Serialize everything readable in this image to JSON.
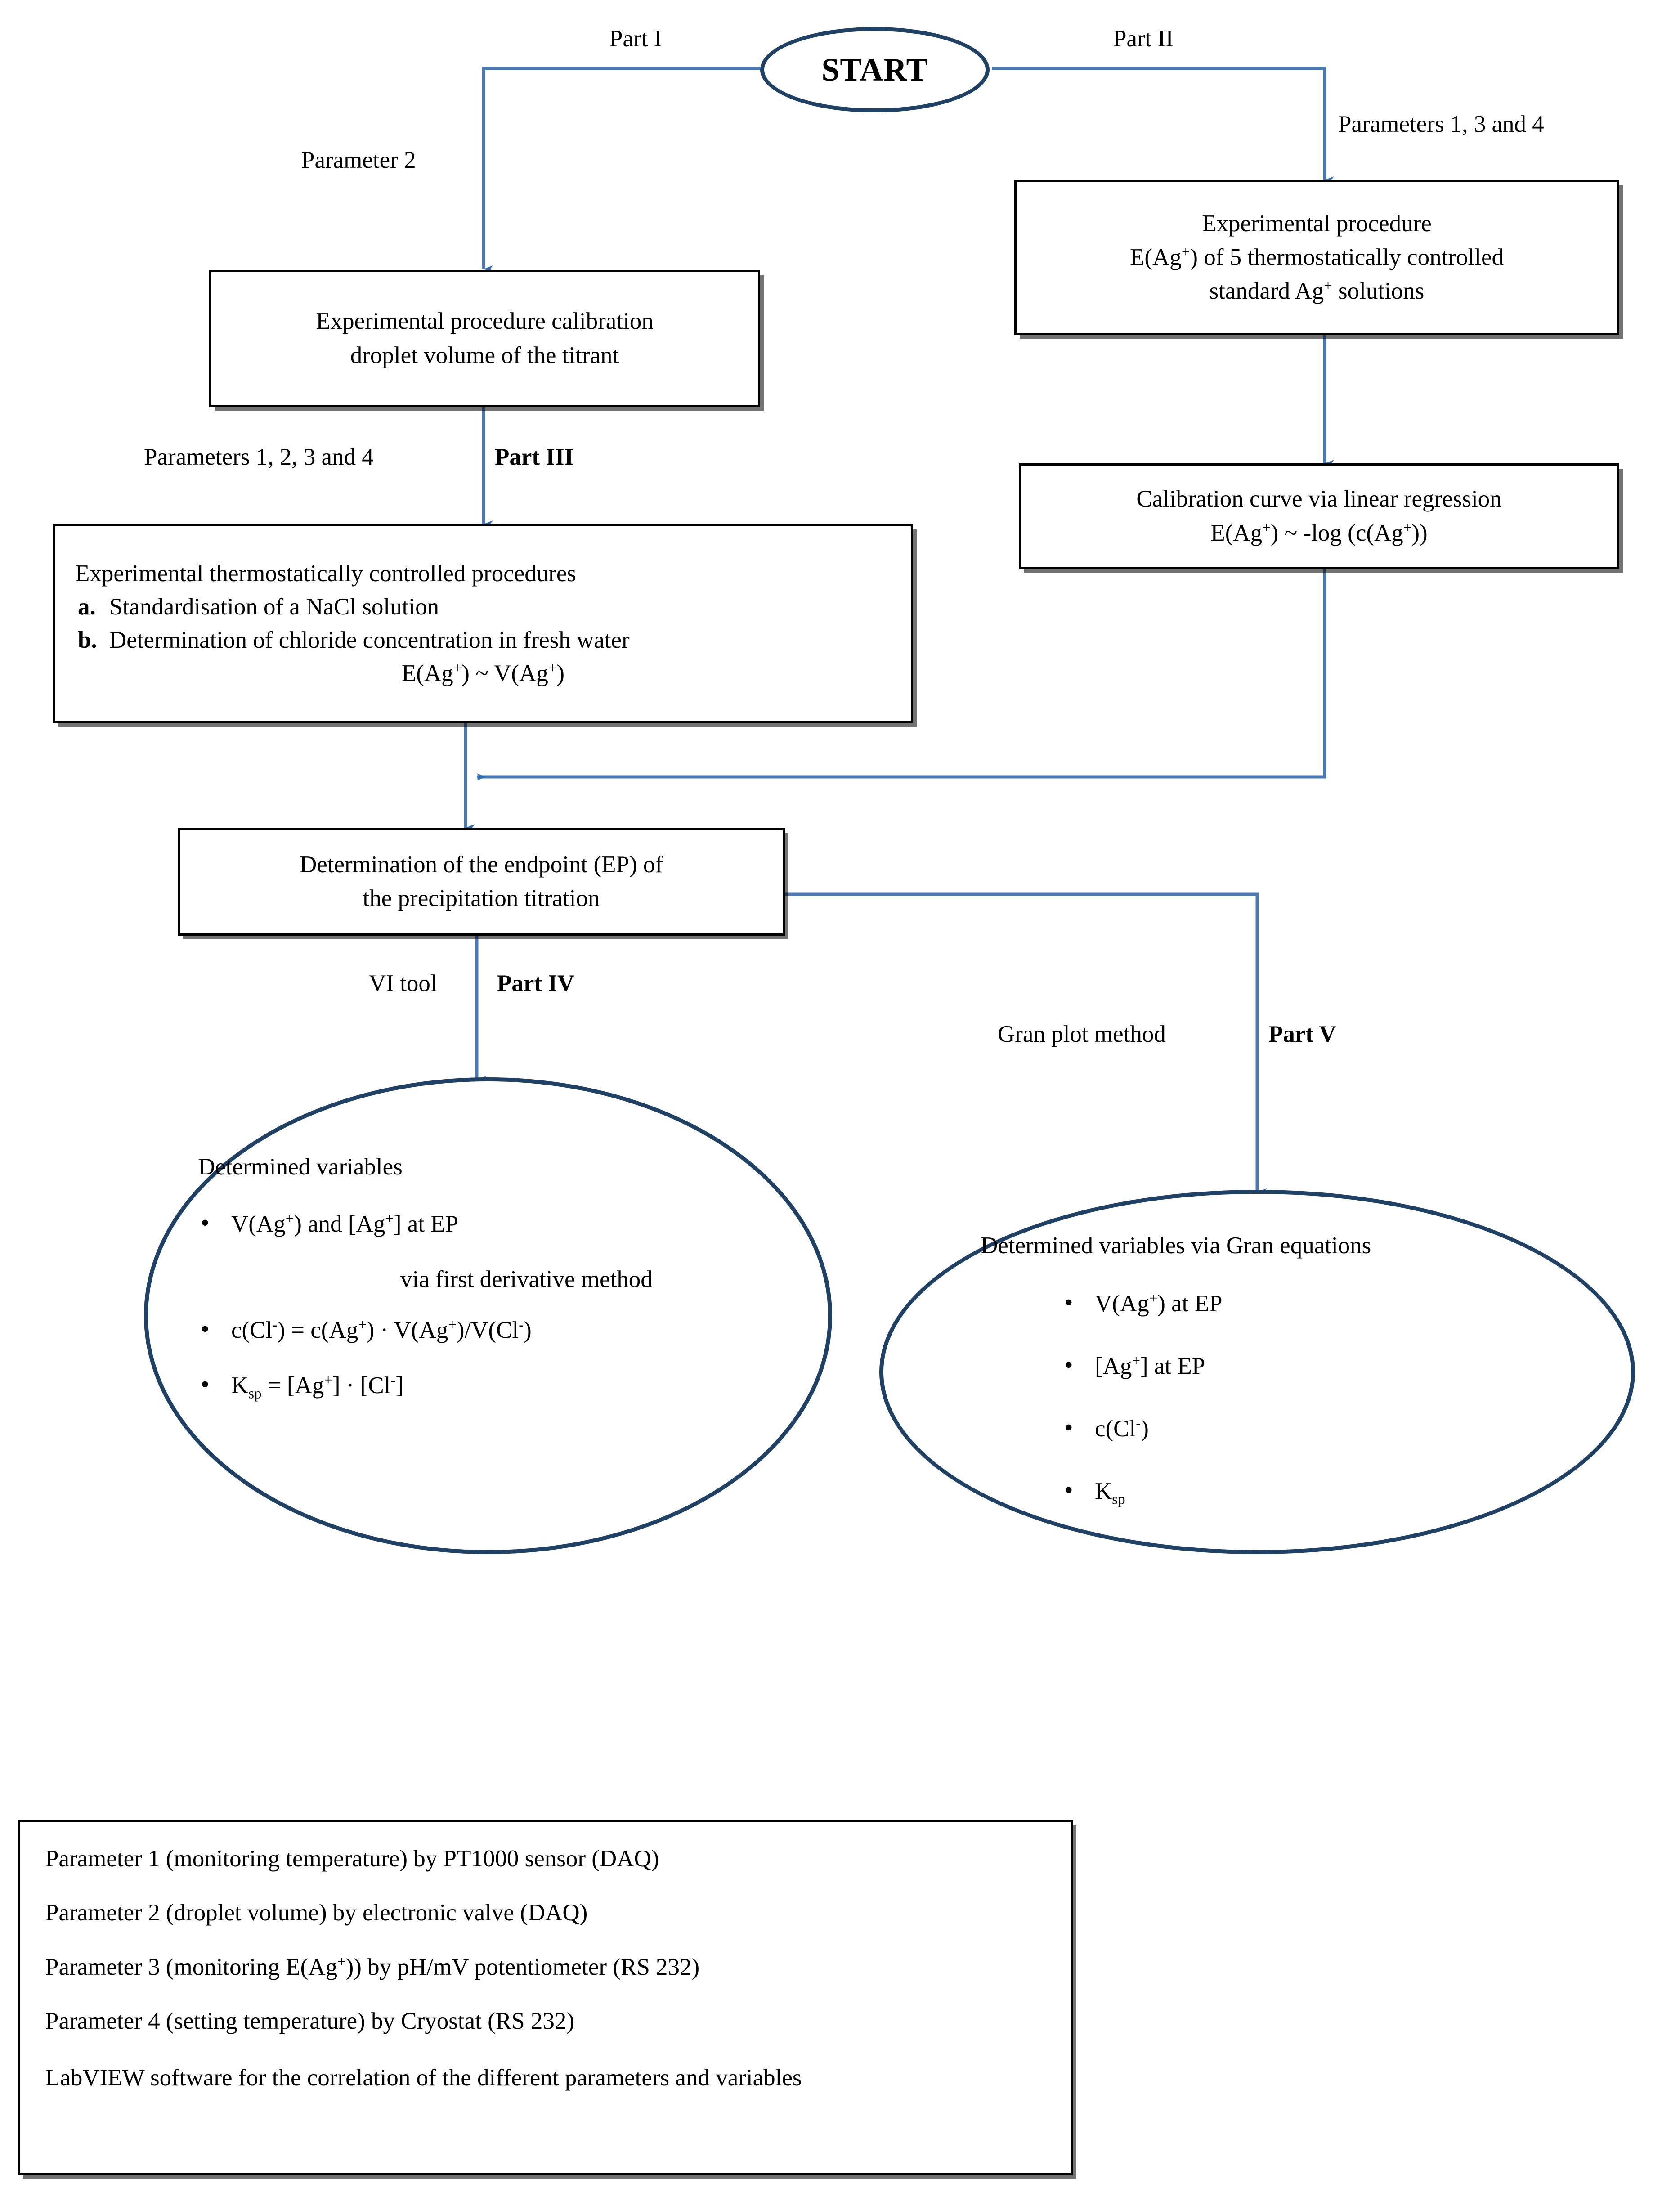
{
  "colors": {
    "connector": "#4a7ab5",
    "ellipse_border": "#1f4166",
    "box_border": "#000000",
    "background": "#ffffff",
    "text": "#000000"
  },
  "start_node": {
    "label": "START"
  },
  "edge_labels": {
    "part1": "Part I",
    "part2": "Part II",
    "parameter2": "Parameter 2",
    "parameters134": "Parameters 1, 3 and 4",
    "parameters1234": "Parameters 1, 2, 3 and 4",
    "part3": "Part III",
    "vi_tool": "VI tool",
    "part4": "Part IV",
    "gran_plot_method": "Gran plot method",
    "part5": "Part V"
  },
  "boxes": {
    "calibration_droplet": {
      "lines": [
        "Experimental procedure calibration",
        "droplet volume of the titrant"
      ]
    },
    "experimental_procedure_standards": {
      "lines": [
        "Experimental procedure",
        "E(Ag+) of 5 thermostatically controlled",
        "standard Ag+ solutions"
      ]
    },
    "calibration_curve": {
      "lines": [
        "Calibration curve via linear regression",
        "E(Ag+) ~ -log (c(Ag+))"
      ]
    },
    "thermostatic_procedures": {
      "title": "Experimental thermostatically controlled procedures",
      "items": [
        {
          "marker": "a.",
          "text": "Standardisation of a NaCl solution"
        },
        {
          "marker": "b.",
          "text": "Determination of chloride concentration in fresh water"
        }
      ],
      "formula": "E(Ag+) ~ V(Ag+)"
    },
    "endpoint_determination": {
      "lines": [
        "Determination of the endpoint (EP) of",
        "the precipitation titration"
      ]
    }
  },
  "ellipses": {
    "part4_results": {
      "title": "Determined variables",
      "items": [
        {
          "text": "V(Ag+) and [Ag+] at EP",
          "bullet": true
        },
        {
          "text": "via first derivative method",
          "bullet": false
        },
        {
          "text": "c(Cl-) = c(Ag+) · V(Ag+)/V(Cl-)",
          "bullet": true
        },
        {
          "text": "Ksp = [Ag+] · [Cl-]",
          "bullet": true
        }
      ]
    },
    "part5_results": {
      "title": "Determined variables via Gran equations",
      "items": [
        {
          "text": "V(Ag+) at EP",
          "bullet": true
        },
        {
          "text": "[Ag+] at EP",
          "bullet": true
        },
        {
          "text": "c(Cl-)",
          "bullet": true
        },
        {
          "text": "Ksp",
          "bullet": true
        }
      ]
    }
  },
  "legend": {
    "lines": [
      "Parameter 1 (monitoring temperature) by PT1000 sensor (DAQ)",
      "Parameter 2 (droplet volume) by electronic valve (DAQ)",
      "Parameter 3 (monitoring E(Ag+)) by pH/mV potentiometer (RS 232)",
      "Parameter 4 (setting temperature) by Cryostat (RS 232)",
      "LabVIEW software for the correlation of the different parameters and variables"
    ]
  }
}
